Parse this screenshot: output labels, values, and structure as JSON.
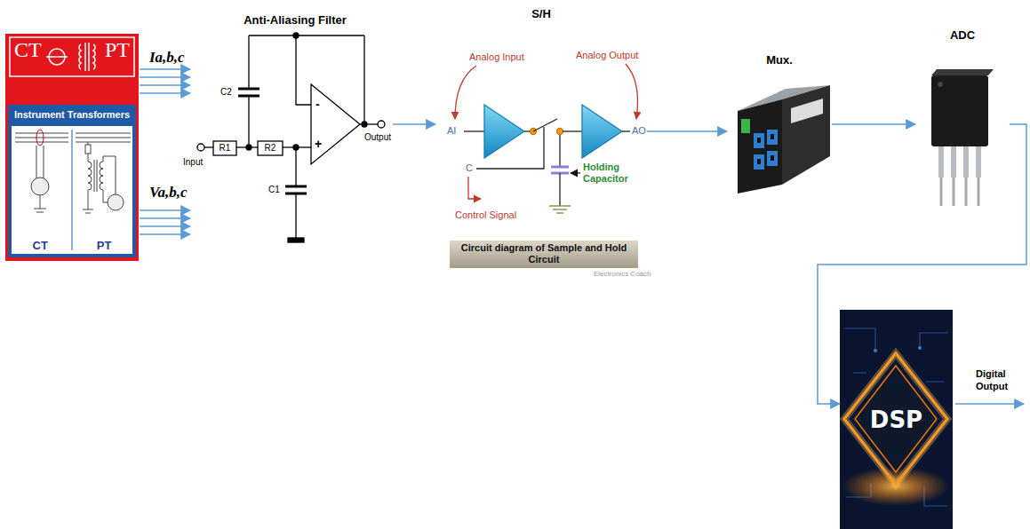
{
  "diagram": {
    "nodes": [
      {
        "text": [
          "CT",
          "PT"
        ]
      },
      {
        "text": [
          "Instrument Transformers",
          "CT",
          "PT"
        ],
        "in": 0
      },
      {
        "text": [
          "Anti-Aliasing Filter"
        ]
      },
      {
        "text": [
          "S/H"
        ]
      },
      {
        "text": [
          "Mux."
        ]
      },
      {
        "text": [
          "ADC"
        ]
      },
      {
        "text": [
          "DSP"
        ]
      }
    ],
    "edges": [
      {
        "from": 2,
        "to": 3,
        "arrow": "to"
      },
      {
        "from": 3,
        "to": 4,
        "arrow": "to"
      },
      {
        "from": 4,
        "to": 5,
        "arrow": "to"
      },
      {
        "from": 5,
        "to": 6,
        "arrow": "to"
      }
    ],
    "labels": [
      "Ia,b,c",
      "Va,b,c",
      "Input",
      "R1",
      "R2",
      "C2",
      "C1",
      "-",
      "+",
      "Output",
      "Analog Input",
      "AI",
      "Analog Output",
      "AO",
      "C",
      "Control Signal",
      "Holding Capacitor",
      "Circuit diagram of Sample and Hold Circuit",
      "Electronics Coach",
      "Digital Output"
    ]
  }
}
